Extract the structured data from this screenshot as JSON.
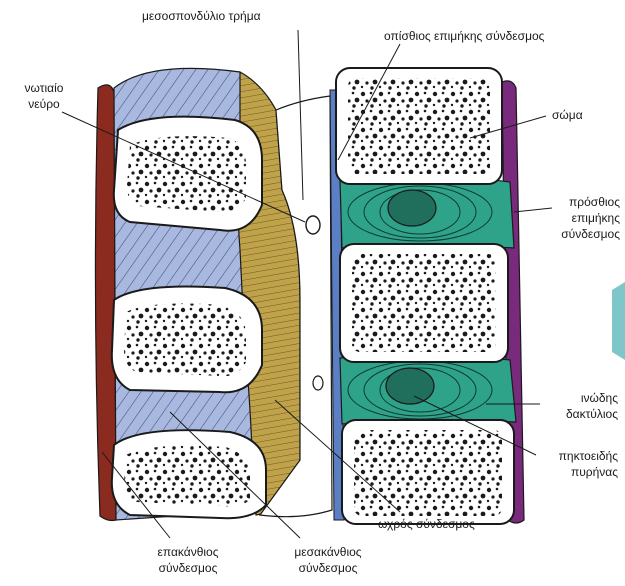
{
  "labels": {
    "foramen": "μεσοσπονδύλιο τρήμα",
    "posterior_ligament": "οπίσθιος επιμήκης σύνδεσμος",
    "spinal_nerve": [
      "νωτιαίο",
      "νεύρο"
    ],
    "body": "σώμα",
    "anterior_ligament": [
      "πρόσθιος",
      "επιμήκης",
      "σύνδεσμος"
    ],
    "annulus": [
      "ινώδης",
      "δακτύλιος"
    ],
    "nucleus": [
      "πηκτοειδής",
      "πυρήνας"
    ],
    "yellow_ligament": "ωχρός σύνδεσμος",
    "supraspinous": [
      "επακάνθιος",
      "σύνδεσμος"
    ],
    "interspinous": [
      "μεσακάνθιος",
      "σύνδεσμος"
    ]
  },
  "colors": {
    "supraspinous_ligament": "#8b2a1f",
    "interspinous_ligament": "#a9b8de",
    "yellow_ligament": "#bfa24a",
    "posterior_ligament": "#5b7fc4",
    "anterior_ligament": "#7a2a7c",
    "disc": "#2fa38a",
    "nucleus": "#1f6f5c",
    "bone_fill": "#ffffff",
    "bone_outline": "#1a1a1a"
  }
}
